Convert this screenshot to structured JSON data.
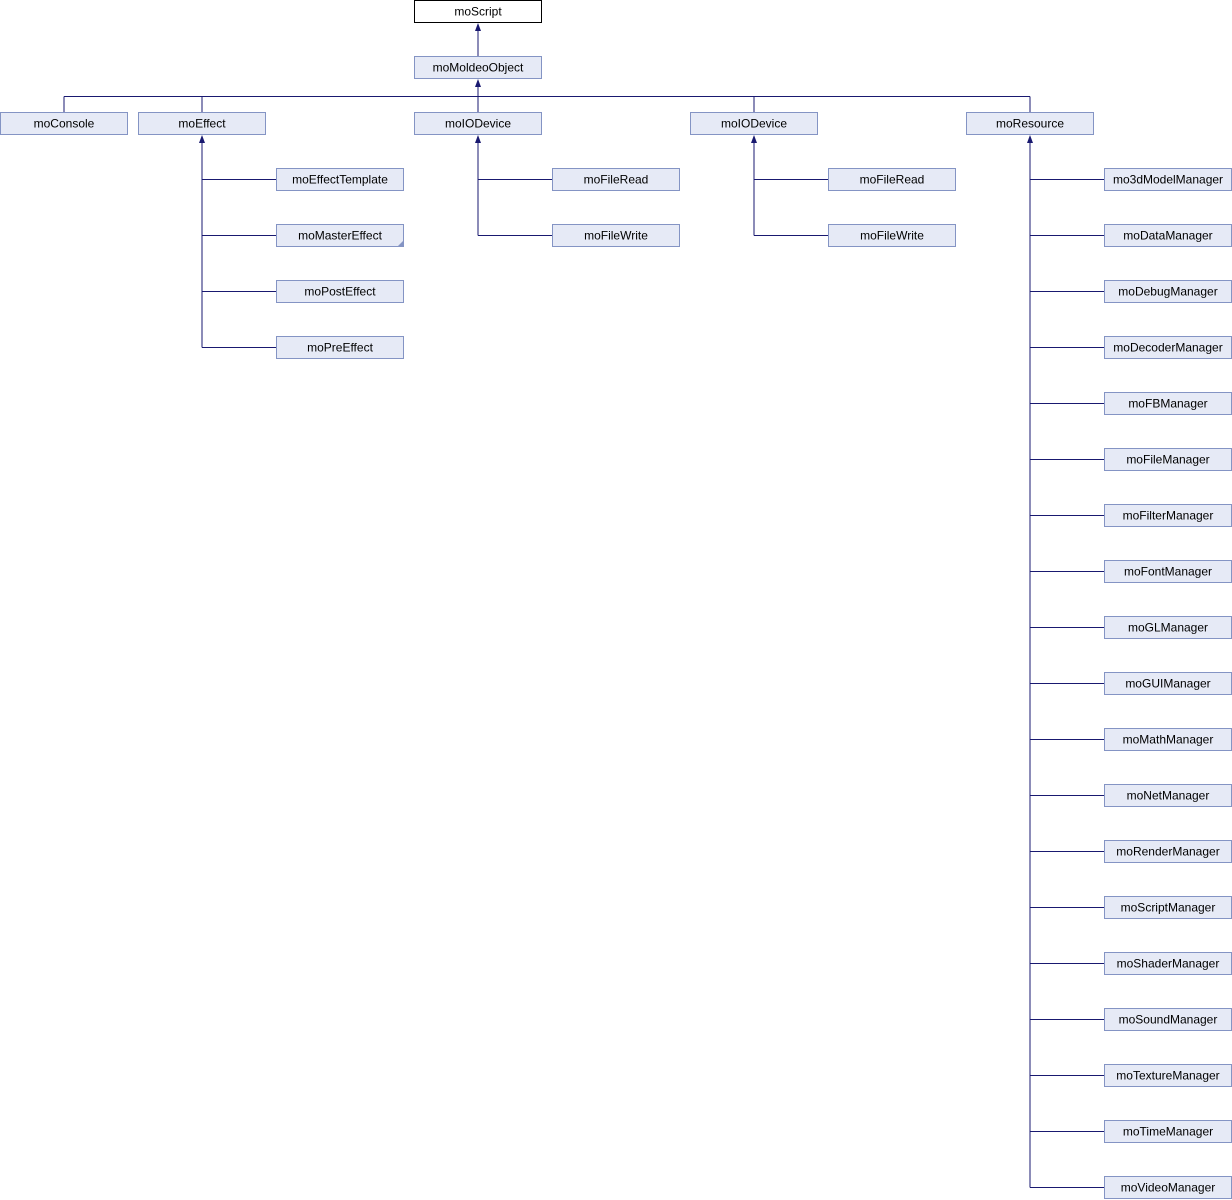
{
  "nodes": [
    {
      "id": "moScript",
      "label": "moScript"
    },
    {
      "id": "moMoldeoObject",
      "label": "moMoldeoObject"
    },
    {
      "id": "moConsole",
      "label": "moConsole"
    },
    {
      "id": "moEffect",
      "label": "moEffect"
    },
    {
      "id": "moIODevice_1",
      "label": "moIODevice"
    },
    {
      "id": "moIODevice_2",
      "label": "moIODevice"
    },
    {
      "id": "moResource",
      "label": "moResource"
    },
    {
      "id": "moEffectTemplate",
      "label": "moEffectTemplate"
    },
    {
      "id": "moMasterEffect",
      "label": "moMasterEffect"
    },
    {
      "id": "moPostEffect",
      "label": "moPostEffect"
    },
    {
      "id": "moPreEffect",
      "label": "moPreEffect"
    },
    {
      "id": "moFileRead_1",
      "label": "moFileRead"
    },
    {
      "id": "moFileWrite_1",
      "label": "moFileWrite"
    },
    {
      "id": "moFileRead_2",
      "label": "moFileRead"
    },
    {
      "id": "moFileWrite_2",
      "label": "moFileWrite"
    },
    {
      "id": "mo3dModelManager",
      "label": "mo3dModelManager"
    },
    {
      "id": "moDataManager",
      "label": "moDataManager"
    },
    {
      "id": "moDebugManager",
      "label": "moDebugManager"
    },
    {
      "id": "moDecoderManager",
      "label": "moDecoderManager"
    },
    {
      "id": "moFBManager",
      "label": "moFBManager"
    },
    {
      "id": "moFileManager",
      "label": "moFileManager"
    },
    {
      "id": "moFilterManager",
      "label": "moFilterManager"
    },
    {
      "id": "moFontManager",
      "label": "moFontManager"
    },
    {
      "id": "moGLManager",
      "label": "moGLManager"
    },
    {
      "id": "moGUIManager",
      "label": "moGUIManager"
    },
    {
      "id": "moMathManager",
      "label": "moMathManager"
    },
    {
      "id": "moNetManager",
      "label": "moNetManager"
    },
    {
      "id": "moRenderManager",
      "label": "moRenderManager"
    },
    {
      "id": "moScriptManager",
      "label": "moScriptManager"
    },
    {
      "id": "moShaderManager",
      "label": "moShaderManager"
    },
    {
      "id": "moSoundManager",
      "label": "moSoundManager"
    },
    {
      "id": "moTextureManager",
      "label": "moTextureManager"
    },
    {
      "id": "moTimeManager",
      "label": "moTimeManager"
    },
    {
      "id": "moVideoManager",
      "label": "moVideoManager"
    }
  ],
  "edges": [
    {
      "from": "moMoldeoObject",
      "to": "moScript"
    },
    {
      "from": "moConsole",
      "to": "moMoldeoObject"
    },
    {
      "from": "moEffect",
      "to": "moMoldeoObject"
    },
    {
      "from": "moIODevice_1",
      "to": "moMoldeoObject"
    },
    {
      "from": "moIODevice_2",
      "to": "moMoldeoObject"
    },
    {
      "from": "moResource",
      "to": "moMoldeoObject"
    },
    {
      "from": "moEffectTemplate",
      "to": "moEffect"
    },
    {
      "from": "moMasterEffect",
      "to": "moEffect"
    },
    {
      "from": "moPostEffect",
      "to": "moEffect"
    },
    {
      "from": "moPreEffect",
      "to": "moEffect"
    },
    {
      "from": "moFileRead_1",
      "to": "moIODevice_1"
    },
    {
      "from": "moFileWrite_1",
      "to": "moIODevice_1"
    },
    {
      "from": "moFileRead_2",
      "to": "moIODevice_2"
    },
    {
      "from": "moFileWrite_2",
      "to": "moIODevice_2"
    },
    {
      "from": "mo3dModelManager",
      "to": "moResource"
    },
    {
      "from": "moDataManager",
      "to": "moResource"
    },
    {
      "from": "moDebugManager",
      "to": "moResource"
    },
    {
      "from": "moDecoderManager",
      "to": "moResource"
    },
    {
      "from": "moFBManager",
      "to": "moResource"
    },
    {
      "from": "moFileManager",
      "to": "moResource"
    },
    {
      "from": "moFilterManager",
      "to": "moResource"
    },
    {
      "from": "moFontManager",
      "to": "moResource"
    },
    {
      "from": "moGLManager",
      "to": "moResource"
    },
    {
      "from": "moGUIManager",
      "to": "moResource"
    },
    {
      "from": "moMathManager",
      "to": "moResource"
    },
    {
      "from": "moNetManager",
      "to": "moResource"
    },
    {
      "from": "moRenderManager",
      "to": "moResource"
    },
    {
      "from": "moScriptManager",
      "to": "moResource"
    },
    {
      "from": "moShaderManager",
      "to": "moResource"
    },
    {
      "from": "moSoundManager",
      "to": "moResource"
    },
    {
      "from": "moTextureManager",
      "to": "moResource"
    },
    {
      "from": "moTimeManager",
      "to": "moResource"
    },
    {
      "from": "moVideoManager",
      "to": "moResource"
    }
  ],
  "colors": {
    "node_fill": "#e6eaf6",
    "node_border": "#8494c4",
    "root_fill": "#ffffff",
    "root_border": "#000000",
    "edge": "#191970"
  }
}
